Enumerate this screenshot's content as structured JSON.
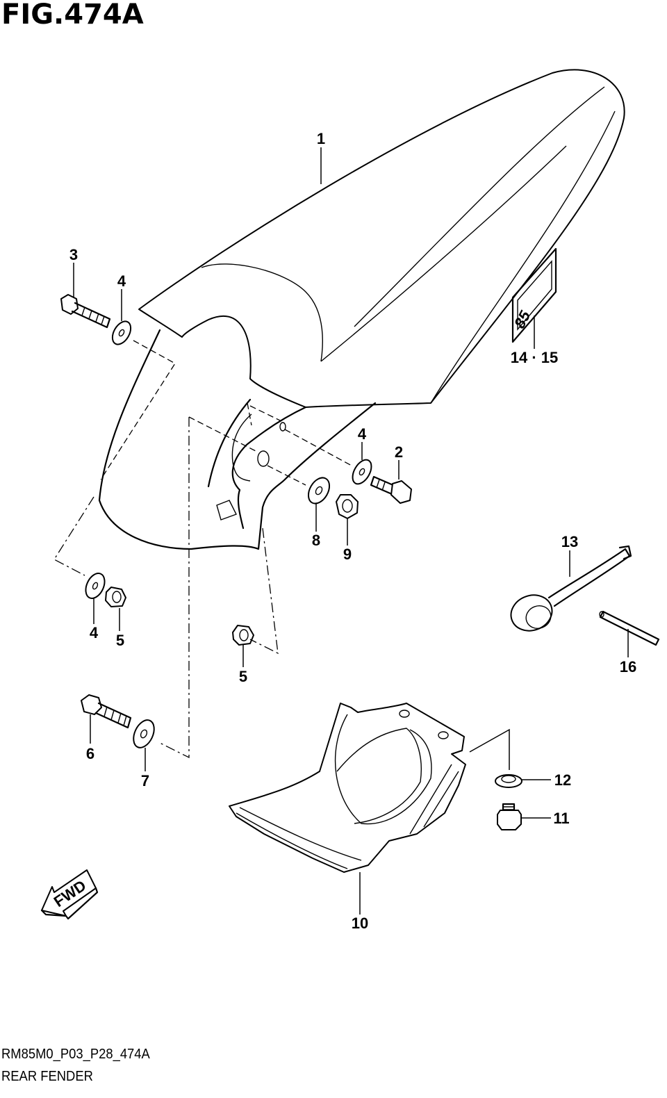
{
  "figure": {
    "title": "FIG.474A",
    "reference_code": "RM85M0_P03_P28_474A",
    "caption": "REAR FENDER"
  },
  "callouts": {
    "p1": "1",
    "p2": "2",
    "p3": "3",
    "p4a": "4",
    "p4b": "4",
    "p4c": "4",
    "p5a": "5",
    "p5b": "5",
    "p6": "6",
    "p7": "7",
    "p8": "8",
    "p9": "9",
    "p10": "10",
    "p11": "11",
    "p12": "12",
    "p13": "13",
    "p14_15": "14 · 15",
    "p16": "16"
  },
  "direction_arrow": {
    "label": "FWD"
  },
  "decal_text": "85"
}
